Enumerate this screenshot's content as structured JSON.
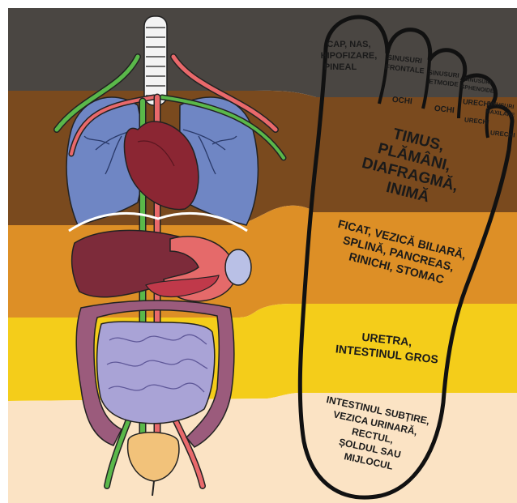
{
  "zones": [
    {
      "id": "head",
      "color": "#4a4642",
      "text": [
        "CAP, NAS,",
        "HIPOFIZARE,",
        "PINEAL"
      ]
    },
    {
      "id": "chest",
      "color": "#7a4a1e",
      "text": [
        "TIMUS,",
        "PLĂMÂNI,",
        "DIAFRAGMĂ,",
        "INIMĂ"
      ]
    },
    {
      "id": "abdomen",
      "color": "#dd8f26",
      "text": [
        "FICAT, VEZICĂ BILIARĂ,",
        "SPLINĂ, PANCREAS,",
        "RINICHI, STOMAC"
      ]
    },
    {
      "id": "lower-abdomen",
      "color": "#f4cd1a",
      "text": [
        "URETRA,",
        "INTESTINUL GROS"
      ]
    },
    {
      "id": "pelvis",
      "color": "#fbe3c4",
      "text": [
        "INTESTINUL SUBȚIRE,",
        "VEZICA URINARĂ,",
        "RECTUL,",
        "ȘOLDUL SAU",
        "MIJLOCUL"
      ]
    }
  ],
  "toe_labels": {
    "sinusuri_frontale": [
      "SINUSURI",
      "FRONTALE"
    ],
    "sinusuri_etmoide": [
      "SINUSURI",
      "ETMOIDE"
    ],
    "sinusuri_sphenoide": [
      "SINUSURI",
      "SPHENOIDE"
    ],
    "sinusuri_maxilare": [
      "SINUSURI",
      "MAXILARE"
    ],
    "ochi_1": "OCHI",
    "ochi_2": "OCHI",
    "urechi_1": "URECHI",
    "urechi_2": "URECHI",
    "urechi_3": "URECHI"
  },
  "colors": {
    "outline": "#111111",
    "lung": "#6f86c4",
    "heart": "#8b2633",
    "liver": "#7d2b3a",
    "intestine": "#a9a3d6",
    "colon": "#9b5b7c",
    "artery": "#e9696b",
    "vein": "#5ab84a",
    "bladder": "#f2c27a"
  }
}
